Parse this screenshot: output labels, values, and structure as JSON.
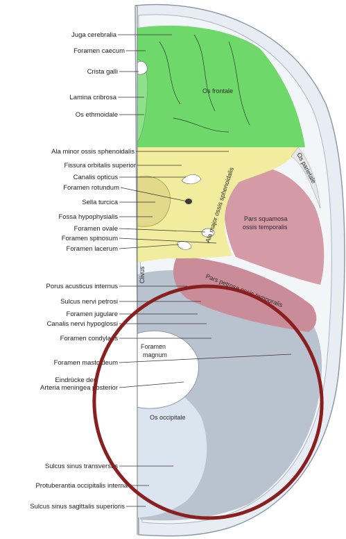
{
  "colors": {
    "frontal": "#6fd86a",
    "ethmoid": "#8fe08a",
    "sphenoid": "#f1ec9e",
    "temporal_squamous": "#d49aa6",
    "temporal_petrous": "#c98c98",
    "occipital": "#b9c3cf",
    "occipital_light": "#dbe5ef",
    "annotation_circle": "#8a1f1f",
    "bone_edge": "#9aa6b5"
  },
  "labels_left": [
    "Juga cerebralia",
    "Foramen caecum",
    "Crista galli",
    "Lamina cribrosa",
    "Os ethmoidale",
    "Ala minor ossis sphenoidalis",
    "Fissura orbitalis superior",
    "Canalis opticus",
    "Foramen rotundum",
    "Sella turcica",
    "Fossa hypophysialis",
    "Foramen ovale",
    "Foramen spinosum",
    "Foramen lacerum",
    "Porus acusticus internus",
    "Sulcus nervi petrosi",
    "Foramen jugulare",
    "Canalis nervi hypoglossi",
    "Foramen condylaris",
    "Foramen mastoideum",
    "Eindrücke der",
    "Arteria meningea posterior",
    "Sulcus sinus transversus",
    "Protuberantia occipitalis interna",
    "Sulcus sinus sagittalis superioris"
  ],
  "region_labels": {
    "os_frontale": "Os frontale",
    "ala_major": "Ala major ossis sphenoidalis",
    "os_parietale": "Os parietale",
    "pars_squamosa_1": "Pars squamosa",
    "pars_squamosa_2": "ossis temporalis",
    "pars_petrosa": "Pars petrosa ossis temporalis",
    "clivus": "Clivus",
    "foramen_magnum_1": "Foramen",
    "foramen_magnum_2": "magnum",
    "os_occipitale": "Os occipitale"
  }
}
